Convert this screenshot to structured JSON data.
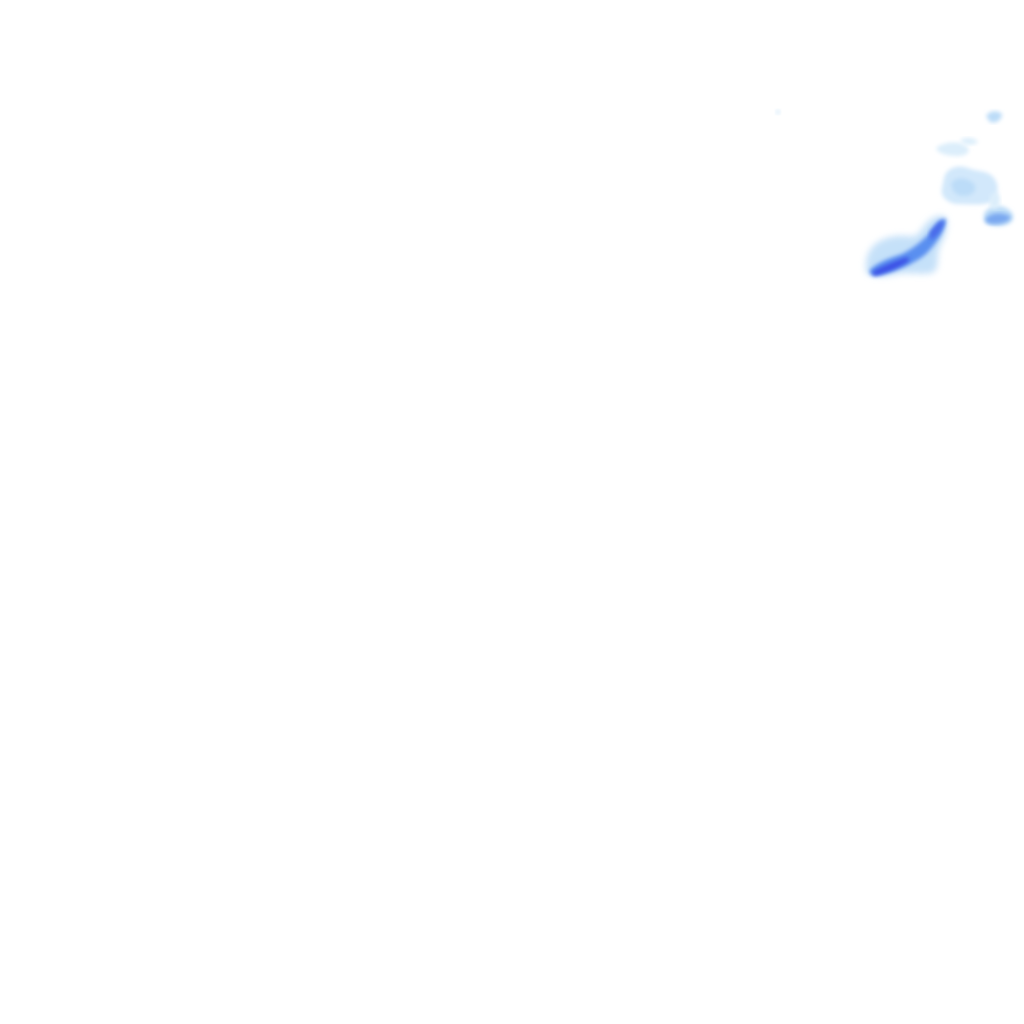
{
  "layer": {
    "kind": "precipitation-radar-overlay",
    "background": "#ffffff",
    "palette": {
      "trace": "#dceefb",
      "light": "#bcdcf8",
      "light_moderate": "#8fc0f2",
      "moderate": "#5a8ff0",
      "heavy": "#3a4fe6"
    },
    "echoes": [
      {
        "id": "main-band",
        "intensity": "heavy"
      },
      {
        "id": "central-cluster",
        "intensity": "light"
      },
      {
        "id": "east-cell",
        "intensity": "moderate"
      },
      {
        "id": "northeast-speck",
        "intensity": "light"
      },
      {
        "id": "north-streak",
        "intensity": "trace"
      },
      {
        "id": "isolated-speck",
        "intensity": "trace"
      }
    ]
  }
}
